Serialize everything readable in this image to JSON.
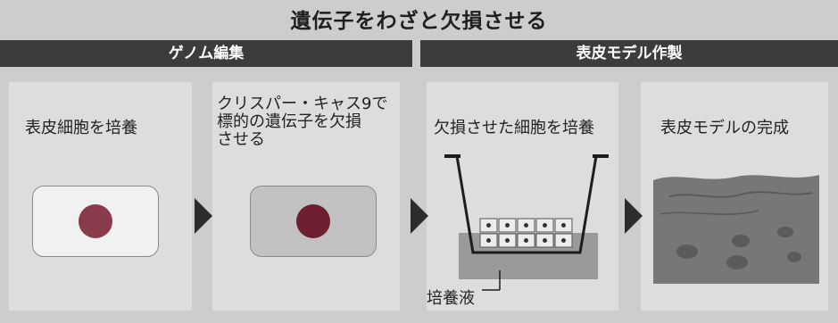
{
  "title": "遺伝子をわざと欠損させる",
  "phases": [
    {
      "label": "ゲノム編集"
    },
    {
      "label": "表皮モデル作製"
    }
  ],
  "steps": [
    {
      "lines": [
        "表皮細胞を培養"
      ]
    },
    {
      "lines": [
        "クリスパー・キャス9で",
        "標的の遺伝子を欠損",
        "させる"
      ]
    },
    {
      "lines": [
        "欠損させた細胞を培養"
      ]
    },
    {
      "lines": [
        "表皮モデルの完成"
      ]
    }
  ],
  "culture_medium_label": "培養液",
  "colors": {
    "band": "#3c3c3c",
    "cell_normal": "#f1f1f1",
    "cell_edited": "#c2c2c2",
    "nucleus": "#8a3a4a",
    "nucleus_edited": "#6e1f30",
    "medium": "#9a9a9a",
    "tissue": "#777777"
  },
  "icons": [
    "arrow-right-icon",
    "arrow-right-icon",
    "arrow-right-icon"
  ]
}
